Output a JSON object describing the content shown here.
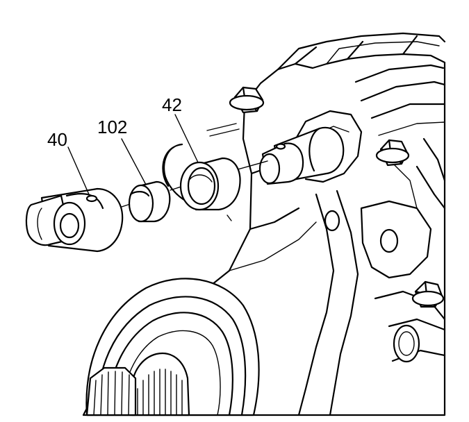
{
  "callouts": [
    {
      "id": "40",
      "label": "40"
    },
    {
      "id": "102",
      "label": "102"
    },
    {
      "id": "42",
      "label": "42"
    }
  ]
}
